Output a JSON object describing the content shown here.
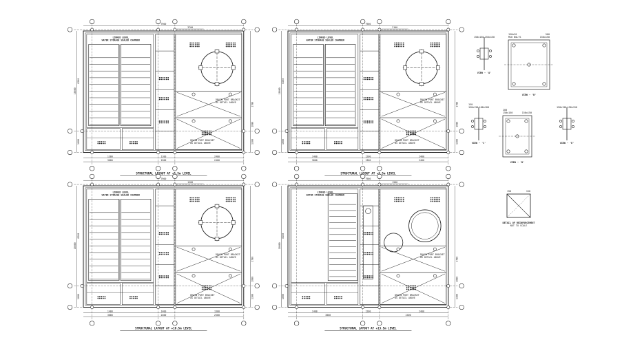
{
  "sheet": {
    "background": "#ffffff",
    "line_color": "#1a1a1a",
    "hatch_color": "#555555"
  },
  "plans": [
    {
      "id": "plan-1",
      "title": "STRUCTURAL LAYOUT AT +5.5m LEVEL",
      "top_dims": [
        "7900",
        "3700"
      ],
      "bottom_dims": [
        "1300",
        "1100",
        "2400",
        "3000",
        "1300",
        "2400"
      ],
      "left_dims": [
        "10000",
        "8200",
        "1800"
      ],
      "right_dims": [
        "1700",
        "1800",
        "1300"
      ],
      "room_label": [
        "LINKED LEVEL",
        "WATER STORAGE SEALED CHAMBER"
      ],
      "note_1": [
        "DRAIN PORT BRACKET",
        "AS DETAIL ABOVE"
      ],
      "note_2": [
        "DRAIN PORT BRACKET",
        "AS DETAIL ABOVE"
      ]
    },
    {
      "id": "plan-2",
      "title": "STRUCTURAL LAYOUT AT +8.5m LEVEL",
      "top_dims": [
        "7900",
        "2100"
      ],
      "bottom_dims": [
        "1400",
        "1200",
        "2400",
        "3000",
        "1300",
        "2400"
      ],
      "left_dims": [
        "10000",
        "8200",
        "1800"
      ],
      "right_dims": [
        "1700",
        "1800",
        "1300"
      ],
      "room_label": [
        "LINKED LEVEL",
        "WATER STORAGE SEALED CHAMBER"
      ],
      "note_1": [
        "DRAIN PORT BRACKET",
        "AS DETAIL ABOVE"
      ],
      "note_2": [
        "DRAIN PORT BRACKET",
        "AS DETAIL ABOVE"
      ]
    },
    {
      "id": "plan-3",
      "title": "STRUCTURAL LAYOUT AT +10.5m LEVEL",
      "top_dims": [
        "7900",
        "1200"
      ],
      "bottom_dims": [
        "1400",
        "1400",
        "1300",
        "3000",
        "2400",
        "2500"
      ],
      "left_dims": [
        "10000",
        "8200",
        "1800"
      ],
      "right_dims": [
        "1700",
        "1800",
        "1300"
      ],
      "room_label": [
        "LINKED LEVEL",
        "WATER STORAGE SEALED CHAMBER"
      ],
      "note_1": [
        "DRAIN PORT BRACKET",
        "AS DETAIL ABOVE"
      ],
      "note_2": [
        "DRAIN PORT BRACKET",
        "AS DETAIL ABOVE"
      ]
    },
    {
      "id": "plan-4",
      "title": "STRUCTURAL LAYOUT AT +13.5m LEVEL",
      "top_dims": [
        "7900",
        "1500"
      ],
      "bottom_dims": [
        "1400",
        "1200",
        "2400",
        "3000",
        "2400"
      ],
      "left_dims": [
        "10000",
        "8200",
        "1800"
      ],
      "right_dims": [
        "1700",
        "1800",
        "1300"
      ],
      "room_label": [
        "LINKED LEVEL",
        "WATER STORAGE SEALED CHAMBER"
      ],
      "note_1": [
        "DRAIN PORT BRACKET",
        "AS DETAIL ABOVE"
      ],
      "note_2": [
        "DRAIN PORT BRACKET",
        "AS DETAIL ABOVE"
      ]
    }
  ],
  "details": {
    "view_a": {
      "title": "VIEW - 'A'",
      "labels": [
        "150x150",
        "150x150"
      ]
    },
    "view_b": {
      "title": "VIEW - 'B'",
      "labels": [
        "M16 BOLTS",
        "150x150",
        "150x20",
        "500"
      ]
    },
    "view_c": {
      "title": "VIEW - 'C'",
      "labels": [
        "150x150",
        "100x100",
        "150"
      ]
    },
    "view_d": {
      "title": "VIEW - 'D'",
      "labels": [
        "150x150",
        "150x150",
        "200"
      ]
    },
    "view_e": {
      "title": "VIEW - 'E'",
      "labels": [
        "150x150",
        "150x150"
      ]
    },
    "reinforcement": {
      "title": "DETAIL OF REINFORCEMENT",
      "subtitle": "NOT TO SCALE",
      "labels": [
        "150",
        "150"
      ]
    }
  }
}
